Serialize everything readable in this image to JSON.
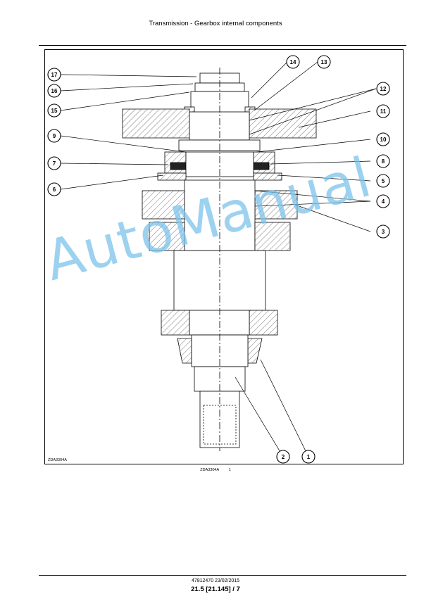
{
  "header": {
    "title": "Transmission - Gearbox internal components"
  },
  "figure": {
    "code": "ZDA3304A",
    "callouts": [
      "1",
      "2",
      "3",
      "4",
      "5",
      "6",
      "7",
      "8",
      "9",
      "10",
      "11",
      "12",
      "13",
      "14",
      "15",
      "16",
      "17"
    ]
  },
  "caption": {
    "code": "ZDA3304A",
    "number": "1"
  },
  "watermark": "AutoManual",
  "footer": {
    "doc_id": "47812470 23/02/2015",
    "page": "21.5 [21.145] / 7"
  },
  "colors": {
    "watermark": "#7cc3ea",
    "ink": "#000000",
    "hatch": "#555555"
  }
}
